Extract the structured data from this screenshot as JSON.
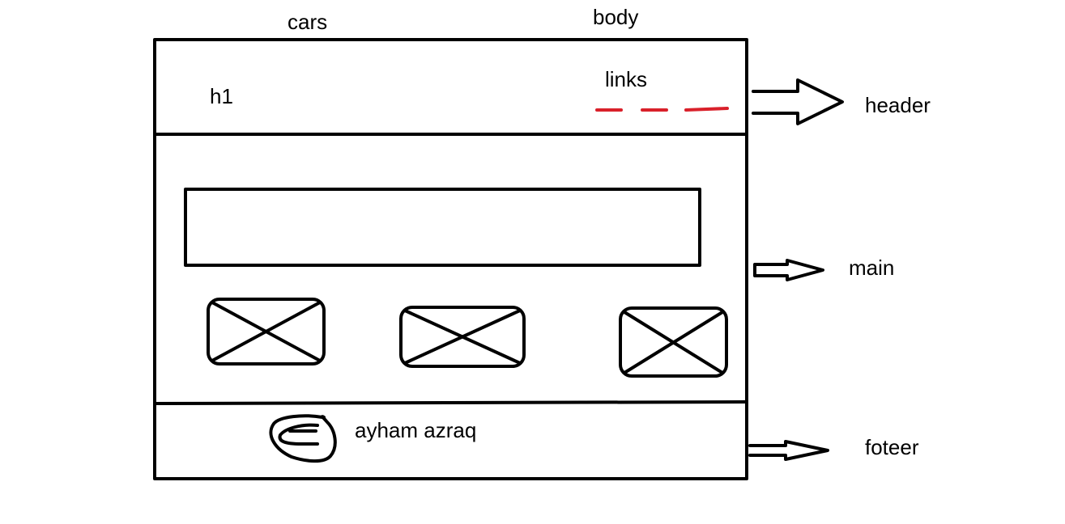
{
  "labels": {
    "cars": "cars",
    "body": "body",
    "h1": "h1",
    "links": "links",
    "header": "header",
    "main": "main",
    "footer": "foteer",
    "author": "ayham azraq"
  },
  "colors": {
    "outline": "#000000",
    "links_dash": "#d9202a",
    "background": "#ffffff"
  },
  "icons": {
    "image_placeholder": "x-box-icon",
    "arrow": "right-arrow-icon",
    "logo": "scribble-logo-icon"
  }
}
